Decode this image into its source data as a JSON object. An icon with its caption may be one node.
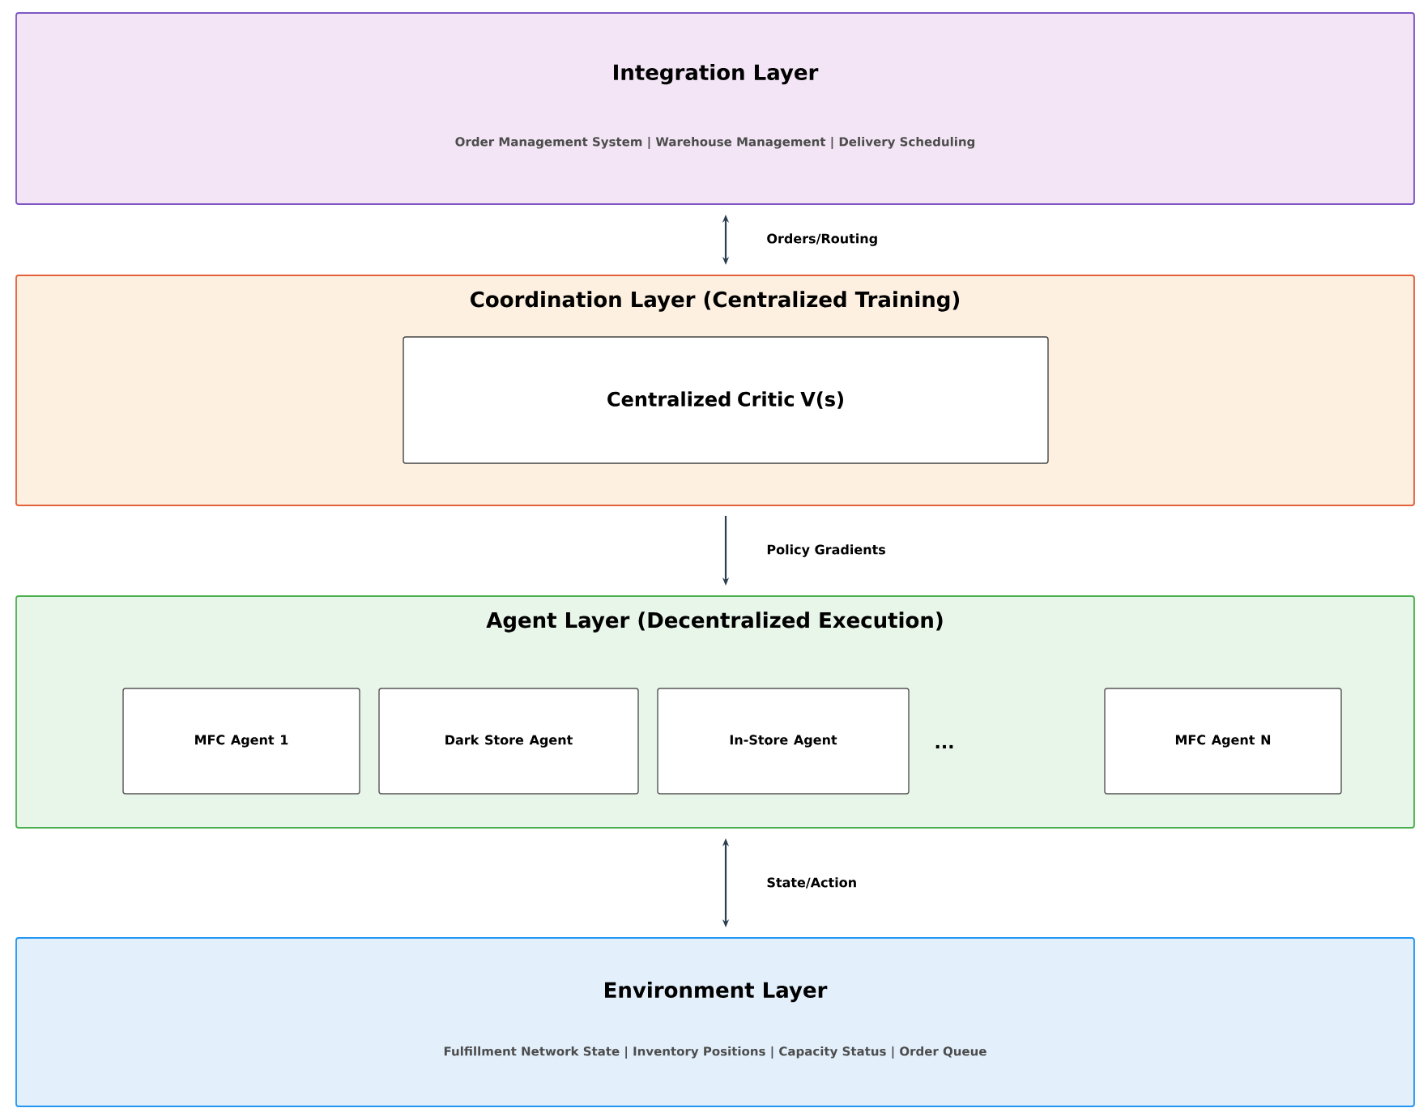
{
  "diagram": {
    "nodes": [
      {
        "text": [
          "Integration Layer",
          "Order Management System | Warehouse Management | Delivery Scheduling"
        ]
      },
      {
        "text": [
          "Coordination Layer (Centralized Training)"
        ]
      },
      {
        "text": [
          "Centralized Critic V(s)"
        ],
        "in": 1
      },
      {
        "text": [
          "Agent Layer (Decentralized Execution)"
        ]
      },
      {
        "text": [
          "MFC Agent 1"
        ],
        "in": 3
      },
      {
        "text": [
          "Dark Store Agent"
        ],
        "in": 3
      },
      {
        "text": [
          "In-Store Agent"
        ],
        "in": 3
      },
      {
        "text": [
          "MFC Agent N"
        ],
        "in": 3
      },
      {
        "text": [
          "Environment Layer",
          "Fulfillment Network State | Inventory Positions | Capacity Status | Order Queue"
        ]
      }
    ],
    "edges": [
      {
        "from": 0,
        "to": 1,
        "arrow": "both",
        "label": "Orders/Routing"
      },
      {
        "from": 1,
        "to": 3,
        "arrow": "to",
        "label": "Policy Gradients"
      },
      {
        "from": 3,
        "to": 8,
        "arrow": "both",
        "label": "State/Action"
      }
    ],
    "labels": [
      "..."
    ]
  }
}
